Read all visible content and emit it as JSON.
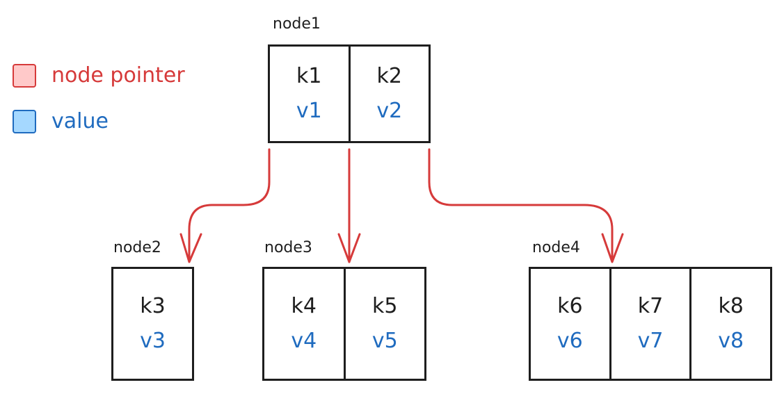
{
  "colors": {
    "pointer": "#d63a3a",
    "pointer_fill": "#ffc9c9",
    "value": "#1f6bbf",
    "value_fill": "#a5d8ff",
    "stroke": "#1e1e1e"
  },
  "legend": {
    "pointer_label": "node pointer",
    "value_label": "value"
  },
  "nodes": [
    {
      "title": "node1",
      "cells": [
        {
          "key": "k1",
          "value": "v1"
        },
        {
          "key": "k2",
          "value": "v2"
        }
      ]
    },
    {
      "title": "node2",
      "cells": [
        {
          "key": "k3",
          "value": "v3"
        }
      ]
    },
    {
      "title": "node3",
      "cells": [
        {
          "key": "k4",
          "value": "v4"
        },
        {
          "key": "k5",
          "value": "v5"
        }
      ]
    },
    {
      "title": "node4",
      "cells": [
        {
          "key": "k6",
          "value": "v6"
        },
        {
          "key": "k7",
          "value": "v7"
        },
        {
          "key": "k8",
          "value": "v8"
        }
      ]
    }
  ],
  "edges": [
    {
      "from": "node1",
      "to": "node2"
    },
    {
      "from": "node1",
      "to": "node3"
    },
    {
      "from": "node1",
      "to": "node4"
    }
  ]
}
